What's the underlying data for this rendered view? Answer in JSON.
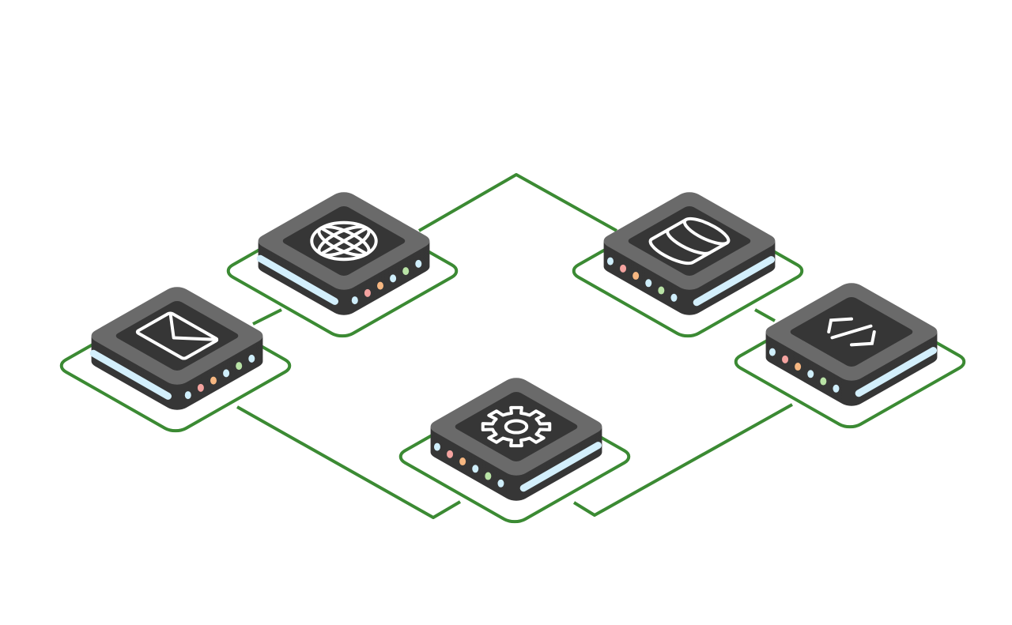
{
  "colors": {
    "link": "#3b8a33",
    "top": "#6a6a6a",
    "body": "#363636",
    "bar": "#d3effc",
    "icon": "#ffffff",
    "leds": [
      "#cfeefb",
      "#f4a3a0",
      "#f6b781",
      "#cfeefb",
      "#b9e3a6",
      "#cfeefb"
    ]
  },
  "servers": [
    {
      "name": "web-server",
      "icon": "globe-icon",
      "leds_side": "right"
    },
    {
      "name": "mail-server",
      "icon": "mail-icon",
      "leds_side": "right"
    },
    {
      "name": "database-server",
      "icon": "database-icon",
      "leds_side": "left"
    },
    {
      "name": "code-server",
      "icon": "code-icon",
      "leds_side": "left"
    },
    {
      "name": "settings-server",
      "icon": "gear-icon",
      "leds_side": "left"
    }
  ]
}
